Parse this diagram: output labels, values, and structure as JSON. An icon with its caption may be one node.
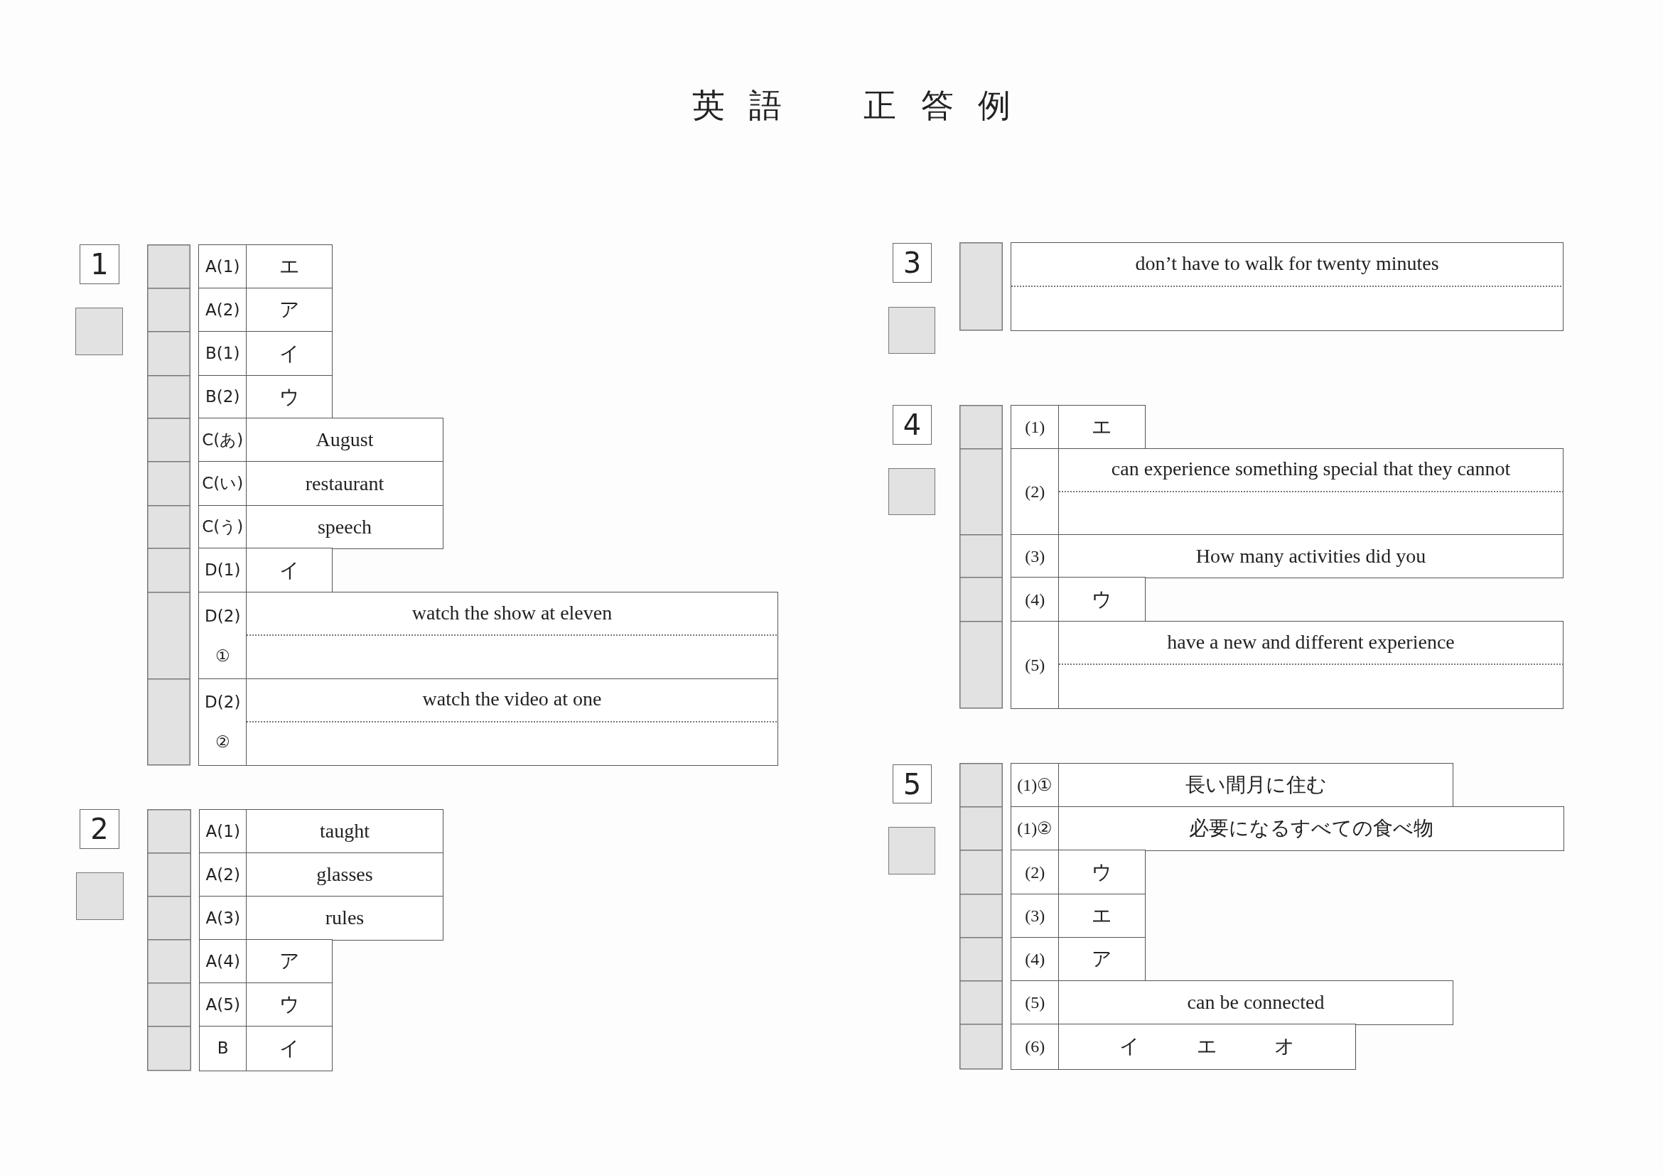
{
  "diagram": {
    "title": "英語　正答例",
    "nodes": [
      {
        "text": [
          "1"
        ]
      },
      {
        "text": [
          "2"
        ]
      },
      {
        "text": [
          "3"
        ]
      },
      {
        "text": [
          "4"
        ]
      },
      {
        "text": [
          "5"
        ]
      }
    ],
    "labels": [
      "A(1)",
      "エ",
      "A(2)",
      "ア",
      "B(1)",
      "イ",
      "B(2)",
      "ウ",
      "C(あ)",
      "August",
      "C(い)",
      "restaurant",
      "C(う)",
      "speech",
      "D(1)",
      "イ",
      "D(2) ①",
      "watch the show at eleven",
      "D(2) ②",
      "watch the video at one",
      "A(1)",
      "taught",
      "A(2)",
      "glasses",
      "A(3)",
      "rules",
      "A(4)",
      "ア",
      "A(5)",
      "ウ",
      "B",
      "イ",
      "don’t have to walk for twenty minutes",
      "(1)",
      "エ",
      "(2)",
      "can experience something special that they cannot",
      "(3)",
      "How many activities did you",
      "(4)",
      "ウ",
      "(5)",
      "have a new and different experience",
      "(1)①",
      "長い間月に住む",
      "(1)②",
      "必要になるすべての食べ物",
      "(2)",
      "ウ",
      "(3)",
      "エ",
      "(4)",
      "ア",
      "(5)",
      "can be connected",
      "(6)",
      "イ エ オ"
    ]
  }
}
